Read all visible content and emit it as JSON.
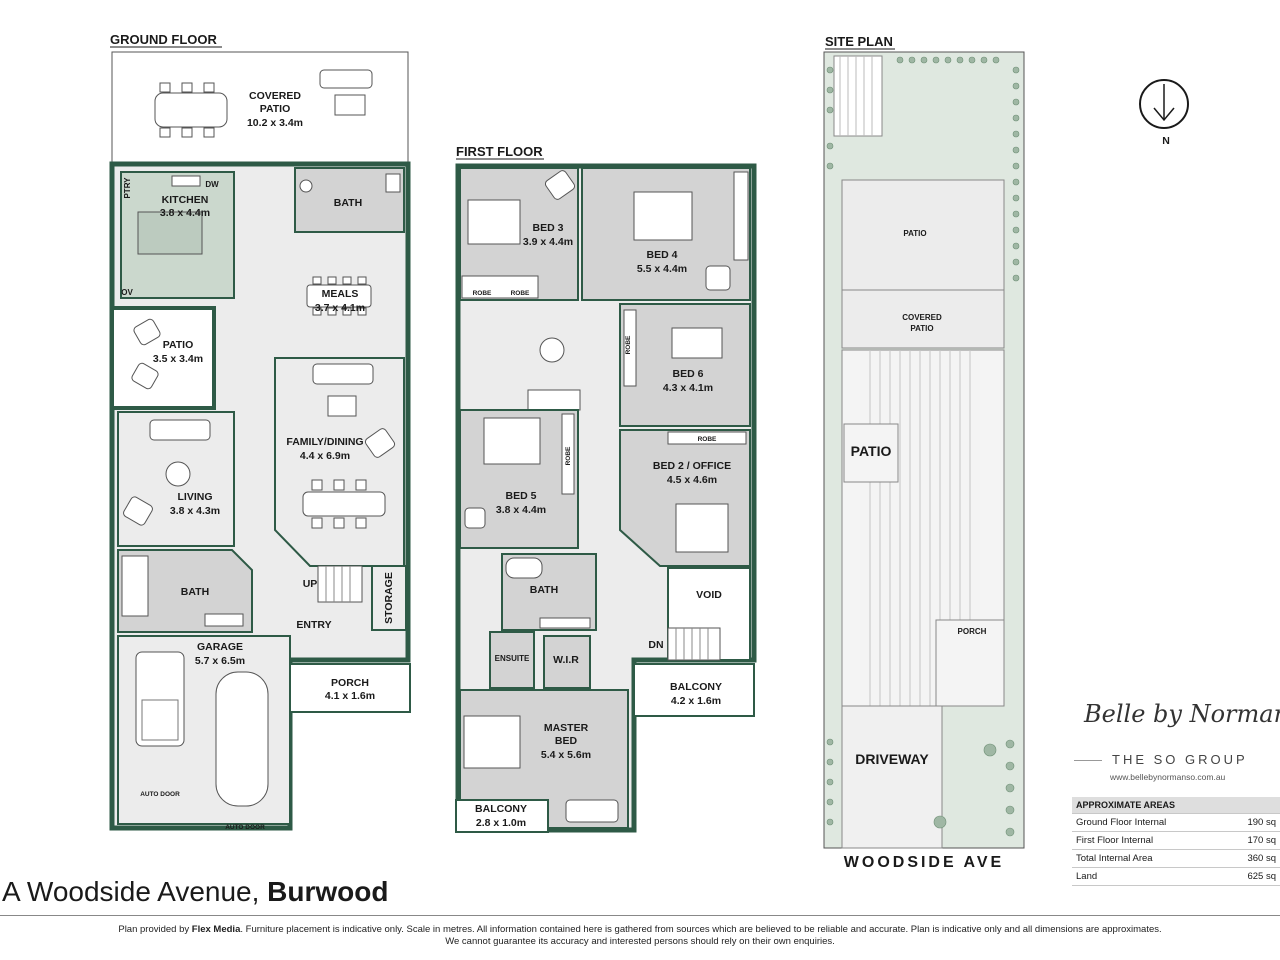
{
  "sections": {
    "ground": "GROUND FLOOR",
    "first": "FIRST FLOOR",
    "site": "SITE PLAN"
  },
  "ground_rooms": {
    "covered_patio": {
      "l1": "COVERED",
      "l2": "PATIO",
      "dim": "10.2 x 3.4m"
    },
    "kitchen": {
      "name": "KITCHEN",
      "dim": "3.8 x 4.4m"
    },
    "ptry": "PTRY",
    "dw": "DW",
    "ov": "OV",
    "bath_top": "BATH",
    "meals": {
      "name": "MEALS",
      "dim": "3.7 x 4.1m"
    },
    "patio": {
      "name": "PATIO",
      "dim": "3.5 x 3.4m"
    },
    "family": {
      "name": "FAMILY/DINING",
      "dim": "4.4 x 6.9m"
    },
    "living": {
      "name": "LIVING",
      "dim": "3.8 x 4.3m"
    },
    "bath": "BATH",
    "up": "UP",
    "entry": "ENTRY",
    "storage": "STORAGE",
    "garage": {
      "name": "GARAGE",
      "dim": "5.7 x 6.5m"
    },
    "porch": {
      "name": "PORCH",
      "dim": "4.1 x 1.6m"
    },
    "auto_door_1": "AUTO DOOR",
    "auto_door_2": "AUTO DOOR"
  },
  "first_rooms": {
    "bed3": {
      "name": "BED 3",
      "dim": "3.9 x 4.4m"
    },
    "bed4": {
      "name": "BED 4",
      "dim": "5.5 x 4.4m"
    },
    "bed6": {
      "name": "BED 6",
      "dim": "4.3 x 4.1m"
    },
    "bed5": {
      "name": "BED 5",
      "dim": "3.8 x 4.4m"
    },
    "bed2": {
      "name": "BED 2 / OFFICE",
      "dim": "4.5 x 4.6m"
    },
    "robe": "ROBE",
    "bath": "BATH",
    "void": "VOID",
    "dn": "DN",
    "ensuite": "ENSUITE",
    "wir": "W.I.R",
    "master": {
      "l1": "MASTER",
      "l2": "BED",
      "dim": "5.4 x 5.6m"
    },
    "balcony_main": {
      "name": "BALCONY",
      "dim": "4.2 x 1.6m"
    },
    "balcony_master": {
      "name": "BALCONY",
      "dim": "2.8 x 1.0m"
    }
  },
  "site": {
    "patio": "PATIO",
    "covered_patio_1": "COVERED",
    "covered_patio_2": "PATIO",
    "patio_big": "PATIO",
    "porch": "PORCH",
    "driveway": "DRIVEWAY",
    "street": "WOODSIDE AVE",
    "north": "N"
  },
  "address": {
    "street": "A Woodside Avenue, ",
    "suburb": "Burwood"
  },
  "brand": {
    "script": "Belle by Norman So",
    "group": "THE SO GROUP",
    "website": "www.bellebynormanso.com.au"
  },
  "areas": {
    "header": "APPROXIMATE AREAS",
    "rows": [
      {
        "label": "Ground Floor Internal",
        "value": "190 sq"
      },
      {
        "label": "First Floor Internal",
        "value": "170 sq"
      },
      {
        "label": "Total Internal Area",
        "value": "360 sq"
      },
      {
        "label": "Land",
        "value": "625 sq"
      }
    ]
  },
  "footer": {
    "pre": "Plan provided by ",
    "company": "Flex Media",
    "line1": ". Furniture placement is indicative only. Scale in metres. All information contained here is gathered from sources which are believed to be reliable and accurate. Plan is indicative only and all dimensions are approximates.",
    "line2": "We cannot guarantee its accuracy and interested persons should rely on their own enquiries."
  },
  "colors": {
    "wall": "#2e5a46",
    "floor": "#ececec",
    "room_dark": "#d3d3d3",
    "kitchen": "#cbd8cd",
    "lawn": "#dfe8e0"
  }
}
